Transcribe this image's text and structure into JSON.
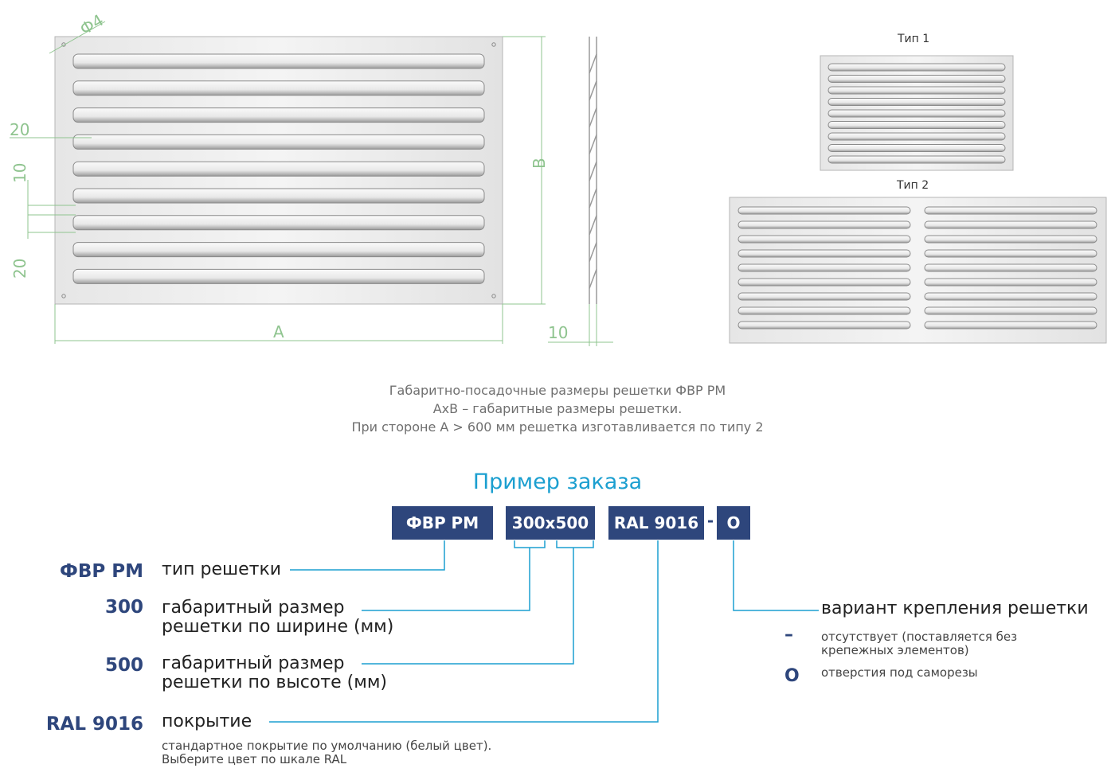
{
  "drawing": {
    "dim_phi": "Ф4",
    "dim_20_top": "20",
    "dim_10": "10",
    "dim_20_bottom": "20",
    "dim_A": "A",
    "dim_B": "B",
    "dim_depth": "10"
  },
  "types": {
    "type1_label": "Тип 1",
    "type2_label": "Тип 2"
  },
  "caption": {
    "line1": "Габаритно-посадочные размеры решетки ФВР РМ",
    "line2": "AxB – габаритные размеры решетки.",
    "line3": "При стороне A > 600 мм решетка изготавливается по типу 2"
  },
  "order": {
    "title": "Пример заказа",
    "codes": [
      "ФВР РМ",
      "300x500",
      "RAL 9016",
      "О"
    ],
    "separator": "-",
    "rows": [
      {
        "code": "ФВР РМ",
        "desc_line1": "тип решетки",
        "desc_line2": ""
      },
      {
        "code": "300",
        "desc_line1": "габаритный размер",
        "desc_line2": "решетки по ширине (мм)"
      },
      {
        "code": "500",
        "desc_line1": "габаритный размер",
        "desc_line2": "решетки по высоте (мм)"
      },
      {
        "code": "RAL 9016",
        "desc_line1": "покрытие",
        "desc_line2": ""
      }
    ],
    "coating_note_line1": "стандартное покрытие по умолчанию (белый цвет).",
    "coating_note_line2": "Выберите цвет по шкале RAL",
    "mount_title": "вариант крепления решетки",
    "mount_options": [
      {
        "symbol": "–",
        "line1": "отсутствует (поставляется без",
        "line2": "крепежных элементов)"
      },
      {
        "symbol": "О",
        "line1": "отверстия под саморезы",
        "line2": ""
      }
    ]
  },
  "colors": {
    "navy": "#2e467c",
    "cyan": "#1b9fd0",
    "dim_green": "#8fc48f"
  }
}
